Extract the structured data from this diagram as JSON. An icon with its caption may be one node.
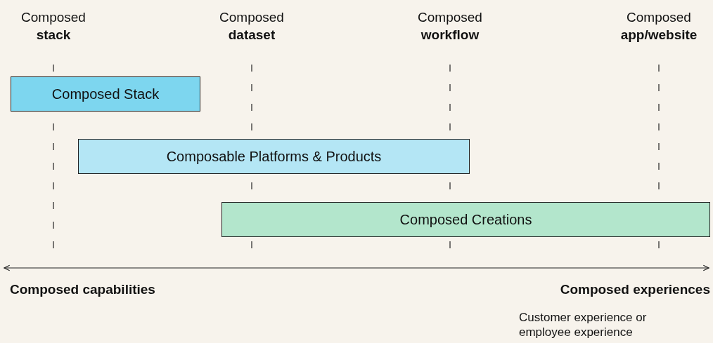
{
  "diagram": {
    "nodes": [
      {
        "text": [
          "Composed Stack"
        ]
      },
      {
        "text": [
          "Composable Platforms & Products"
        ]
      },
      {
        "text": [
          "Composed Creations"
        ]
      }
    ],
    "labels": [
      "Composed **stack**",
      "Composed **dataset**",
      "Composed **workflow**",
      "Composed **app/website**",
      "Composed capabilities",
      "Composed experiences",
      "Customer experience or employee experience"
    ]
  }
}
